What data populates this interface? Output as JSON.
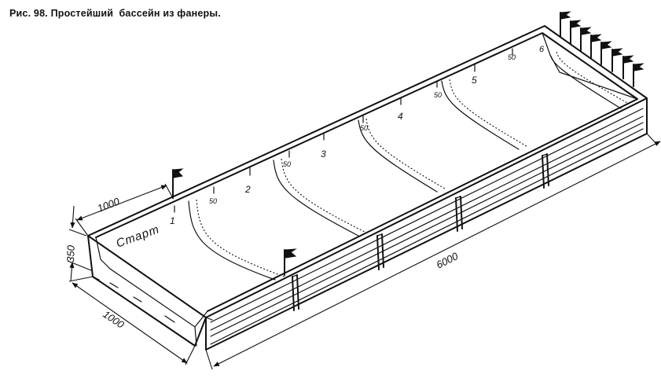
{
  "caption": "Рис. 98. Простейший  бассейн из фанеры.",
  "start_label": "Старт",
  "lane_marks": [
    "1",
    "2",
    "3",
    "4",
    "5",
    "6"
  ],
  "half_marks": [
    "50",
    "50",
    "50",
    "50",
    "50"
  ],
  "dimensions": {
    "length": "6000",
    "width_top": "1000",
    "width_front": "1000",
    "height": "350"
  }
}
